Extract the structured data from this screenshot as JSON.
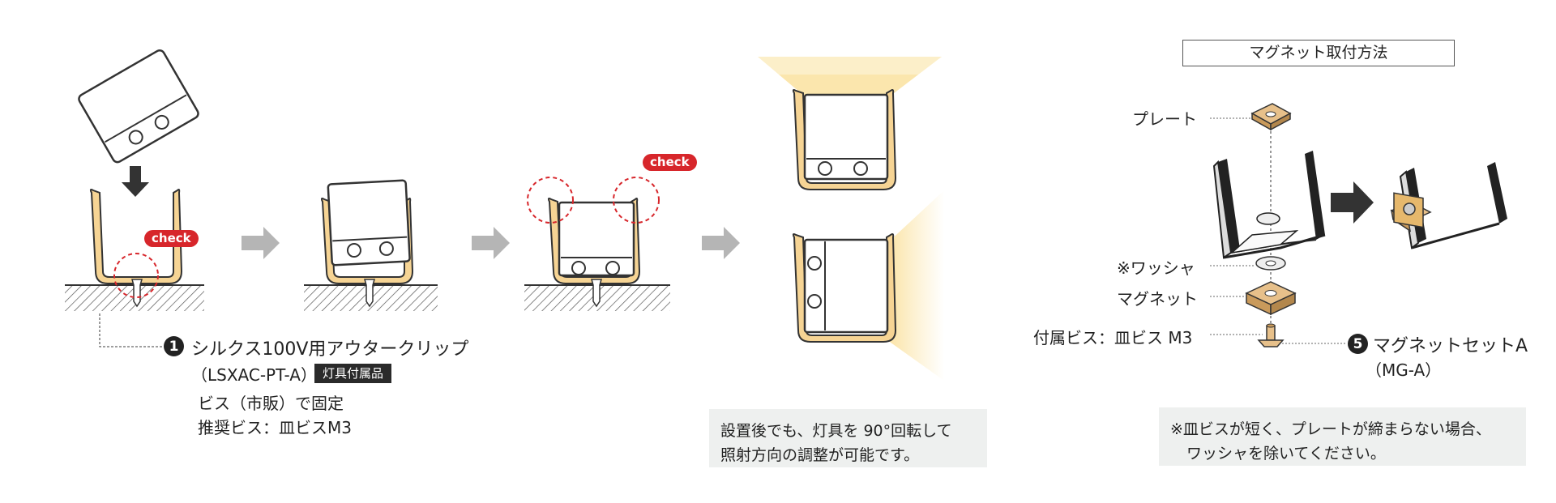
{
  "step1": {
    "num": "1",
    "line1": "シルクス100V用アウタークリップ",
    "line2": "（LSXAC-PT-A）",
    "badge": "灯具付属品",
    "line3": "ビス（市販）で固定",
    "line4": "推奨ビス：皿ビスM3"
  },
  "check_labels": [
    "check",
    "check"
  ],
  "rotation_note": [
    "設置後でも、灯具を 90°回転して",
    "照射方向の調整が可能です。"
  ],
  "magnet": {
    "title": "マグネット取付方法",
    "plate": "プレート",
    "washer": "※ワッシャ",
    "magnet": "マグネット",
    "screw": "付属ビス：皿ビス M3",
    "set_num": "5",
    "set_label": "マグネットセットA",
    "set_code": "（MG-A）",
    "note": [
      "※皿ビスが短く、プレートが締まらない場合、",
      "ワッシャを除いてください。"
    ]
  },
  "colors": {
    "clip": "#f6d494",
    "clip_stroke": "#333333",
    "check": "#d7262b",
    "arrow": "#b5b5b5",
    "glow": "#fbe7b0"
  }
}
